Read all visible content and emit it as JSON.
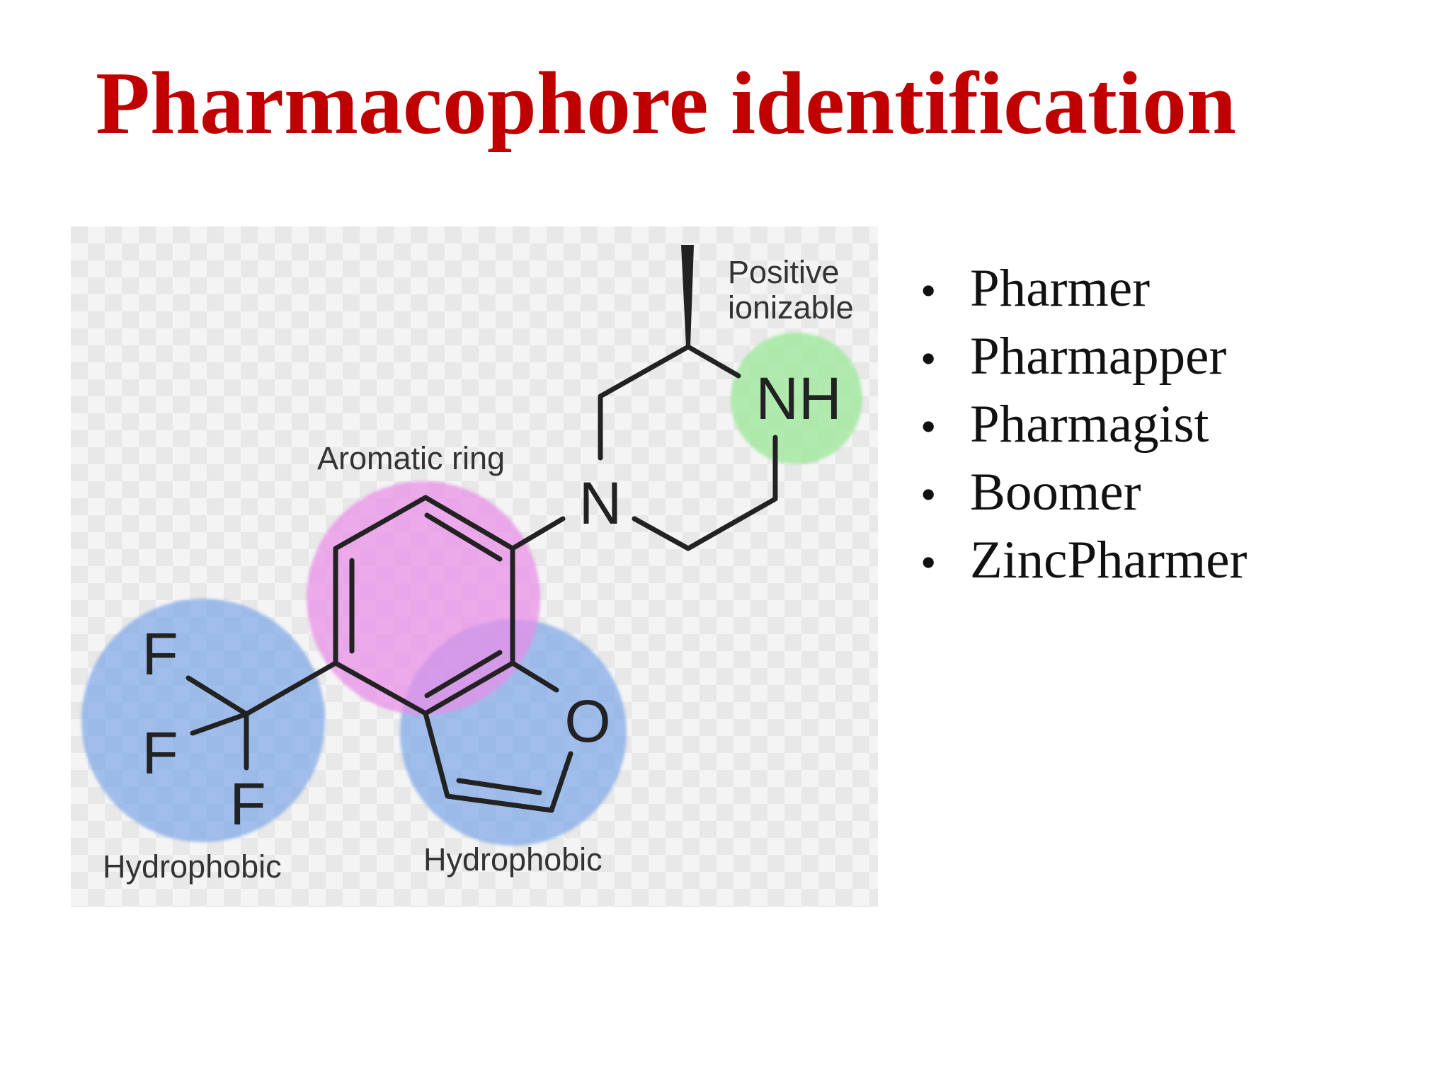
{
  "slide": {
    "title": "Pharmacophore identification"
  },
  "figure": {
    "labels": {
      "positive_ionizable_line1": "Positive",
      "positive_ionizable_line2": "ionizable",
      "aromatic_ring": "Aromatic ring",
      "hydrophobic_left": "Hydrophobic",
      "hydrophobic_right": "Hydrophobic"
    },
    "atoms": {
      "amine": "NH",
      "nitrogen": "N",
      "oxygen": "O",
      "fluorine_1": "F",
      "fluorine_2": "F",
      "fluorine_3": "F"
    },
    "colors": {
      "hydrophobic": "#7fa8e8",
      "aromatic": "#e98ee8",
      "positive_ionizable": "#9ee89a",
      "bond": "#222222",
      "label": "#333333"
    }
  },
  "bullet_list": {
    "bullet_glyph": "•",
    "items": [
      "Pharmer",
      "Pharmapper",
      "Pharmagist",
      "Boomer",
      "ZincPharmer"
    ]
  }
}
